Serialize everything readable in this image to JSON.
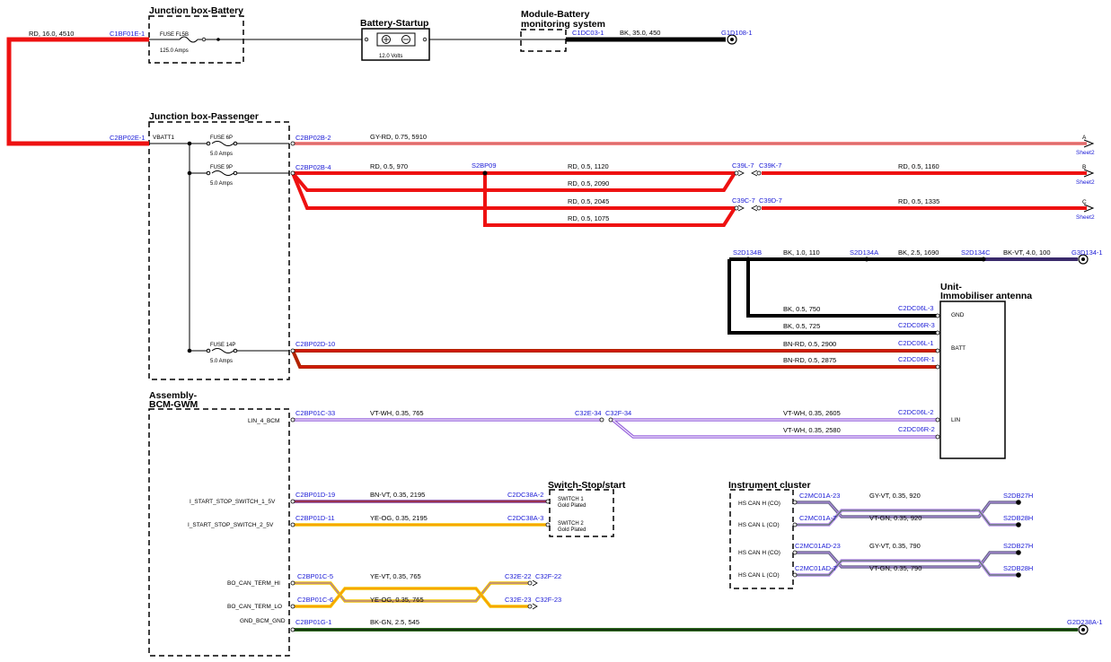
{
  "components": {
    "jb_battery": "Junction box-Battery",
    "battery_startup": "Battery-Startup",
    "module_battery_1": "Module-Battery",
    "module_battery_2": "monitoring system",
    "jb_passenger": "Junction box-Passenger",
    "immob_1": "Unit-",
    "immob_2": "Immobiliser antenna",
    "bcm_1": "Assembly-",
    "bcm_2": "BCM-GWM",
    "switch_stop": "Switch-Stop/start",
    "instrument_cluster": "Instrument cluster"
  },
  "fuses": {
    "fl5b": "FUSE FL5B",
    "fl5b_rating": "125.0 Amps",
    "f6p": "FUSE 6P",
    "f6p_rating": "5.0 Amps",
    "f9p": "FUSE 9P",
    "f9p_rating": "5.0 Amps",
    "f14p": "FUSE 14P",
    "f14p_rating": "5.0 Amps"
  },
  "battery": {
    "volts": "12.0 Volts"
  },
  "connectors": {
    "c1bf01e1": "C1BF01E-1",
    "c1dc031": "C1DC03-1",
    "g1d1081": "G1D108-1",
    "c2bp02e1": "C2BP02E-1",
    "c2bp02b2": "C2BP02B-2",
    "c2bp02b4": "C2BP02B-4",
    "s2bp09": "S2BP09",
    "c39l7": "C39L-7",
    "c39k7": "C39K-7",
    "c39c7": "C39C-7",
    "c39d7": "C39D-7",
    "s2d134b": "S2D134B",
    "s2d134a": "S2D134A",
    "s2d134c": "S2D134C",
    "g3d1341": "G3D134-1",
    "c2dc06l3": "C2DC06L-3",
    "c2dc06r3": "C2DC06R-3",
    "c2dc06l1": "C2DC06L-1",
    "c2dc06r1": "C2DC06R-1",
    "c2bp02d10": "C2BP02D-10",
    "c2bp01c33": "C2BP01C-33",
    "c32e34": "C32E-34",
    "c32f34": "C32F-34",
    "c2dc06l2": "C2DC06L-2",
    "c2dc06r2": "C2DC06R-2",
    "c2bp01d19": "C2BP01D-19",
    "c2dc38a2": "C2DC38A-2",
    "c2bp01d11": "C2BP01D-11",
    "c2dc38a3": "C2DC38A-3",
    "c2bp01c5": "C2BP01C-5",
    "c32e22": "C32E-22",
    "c32f22": "C32F-22",
    "c2bp01c6": "C2BP01C-6",
    "c32e23": "C32E-23",
    "c32f23": "C32F-23",
    "c2bp01g1": "C2BP01G-1",
    "g2d238a1": "G2D238A-1",
    "c2mc01a23": "C2MC01A-23",
    "c2mc01a7": "C2MC01A-7",
    "c2mc01ad23": "C2MC01AD-23",
    "c2mc01ad7": "C2MC01AD-7",
    "s2db27h_1": "S2DB27H",
    "s2db28h_1": "S2DB28H",
    "s2db27h_2": "S2DB27H",
    "s2db28h_2": "S2DB28H"
  },
  "wires": {
    "w_rd_16": "RD, 16.0, 4510",
    "w_bk_35": "BK, 35.0, 450",
    "w_gyrd": "GY-RD, 0.75, 5910",
    "w_rd_970": "RD, 0.5, 970",
    "w_rd_1120": "RD, 0.5, 1120",
    "w_rd_1160": "RD, 0.5, 1160",
    "w_rd_2090": "RD, 0.5, 2090",
    "w_rd_2045": "RD, 0.5, 2045",
    "w_rd_1335": "RD, 0.5, 1335",
    "w_rd_1075": "RD, 0.5, 1075",
    "w_bk_110": "BK, 1.0, 110",
    "w_bk_1690": "BK, 2.5, 1690",
    "w_bkvt_100": "BK-VT, 4.0, 100",
    "w_bk_750": "BK, 0.5, 750",
    "w_bk_725": "BK, 0.5, 725",
    "w_bnrd_2900": "BN-RD, 0.5, 2900",
    "w_bnrd_2875": "BN-RD, 0.5, 2875",
    "w_vtwh_765": "VT-WH, 0.35, 765",
    "w_vtwh_2605": "VT-WH, 0.35, 2605",
    "w_vtwh_2580": "VT-WH, 0.35, 2580",
    "w_bnvt": "BN-VT, 0.35, 2195",
    "w_yeog_2195": "YE-OG, 0.35, 2195",
    "w_yevt": "YE-VT, 0.35, 765",
    "w_yeog_765": "YE-OG, 0.35, 765",
    "w_bkgn": "BK-GN, 2.5, 545",
    "w_gyvt_920": "GY-VT, 0.35, 920",
    "w_vtgn_920": "VT-GN, 0.35, 920",
    "w_gyvt_790": "GY-VT, 0.35, 790",
    "w_vtgn_790": "VT-GN, 0.35, 790"
  },
  "pins": {
    "vbatt1": "VBATT1",
    "gnd": "GND",
    "batt": "BATT",
    "lin": "LIN",
    "lin_4_bcm": "LIN_4_BCM",
    "start_sw_1": "I_START_STOP_SWITCH_1_5V",
    "start_sw_2": "I_START_STOP_SWITCH_2_5V",
    "bo_can_hi": "BO_CAN_TERM_HI",
    "bo_can_lo": "BO_CAN_TERM_LO",
    "gnd_bcm": "GND_BCM_GND",
    "switch1": "SWITCH 1",
    "switch2": "SWITCH 2",
    "gold_plated": "Gold Plated",
    "hs_can_h": "HS CAN H (CO)",
    "hs_can_l": "HS CAN L (CO)"
  },
  "sheets": {
    "a": "A",
    "b": "B",
    "c": "C",
    "sheet2": "Sheet2"
  },
  "colors": {
    "red": "#ee1111",
    "black": "#000000",
    "brown_red": "#b32300",
    "violet": "#9966dd",
    "yellow": "#f2c300",
    "green": "#2e6b1f",
    "grey_violet": "#6b6b8c",
    "link": "#1a1ad6"
  }
}
